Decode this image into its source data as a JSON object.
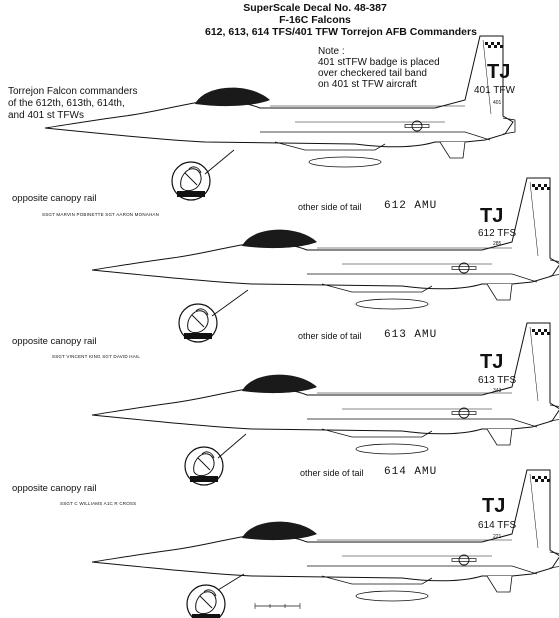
{
  "header": {
    "line1": "SuperScale Decal No. 48-387",
    "line2": "F-16C Falcons",
    "line3": "612, 613, 614 TFS/401 TFW Torrejon AFB Commanders"
  },
  "note": {
    "line1": "Note :",
    "line2": "401 stTFW badge is placed",
    "line3": "over checkered tail band",
    "line4": "on 401 st TFW aircraft"
  },
  "intro": {
    "line1": "Torrejon Falcon commanders",
    "line2": "of the 612th, 613th, 614th,",
    "line3": "and 401 st TFWs"
  },
  "aircraft": [
    {
      "tail_code": "TJ",
      "unit": "401 TFW",
      "serial": "401",
      "rail_label": "opposite canopy rail",
      "crew": "SSGT MARVIN POBINETTE   SGT AARON MONAHAN",
      "side_label": "other side of tail",
      "amu": "612 AMU"
    },
    {
      "tail_code": "TJ",
      "unit": "612 TFS",
      "serial": "285",
      "rail_label": "opposite canopy rail",
      "crew": "SSGT VINCENT KING   SGT DAVID HAIL",
      "side_label": "other side of tail",
      "amu": "613 AMU"
    },
    {
      "tail_code": "TJ",
      "unit": "613 TFS",
      "serial": "343",
      "rail_label": "opposite canopy rail",
      "crew": "SSGT C WILLIAMS   A1C R CROSS",
      "side_label": "other side of tail",
      "amu": "614 AMU"
    },
    {
      "tail_code": "TJ",
      "unit": "614 TFS",
      "serial": "221"
    }
  ],
  "colors": {
    "ink": "#111111",
    "paper": "#ffffff",
    "canopy": "#1a1a1a"
  }
}
